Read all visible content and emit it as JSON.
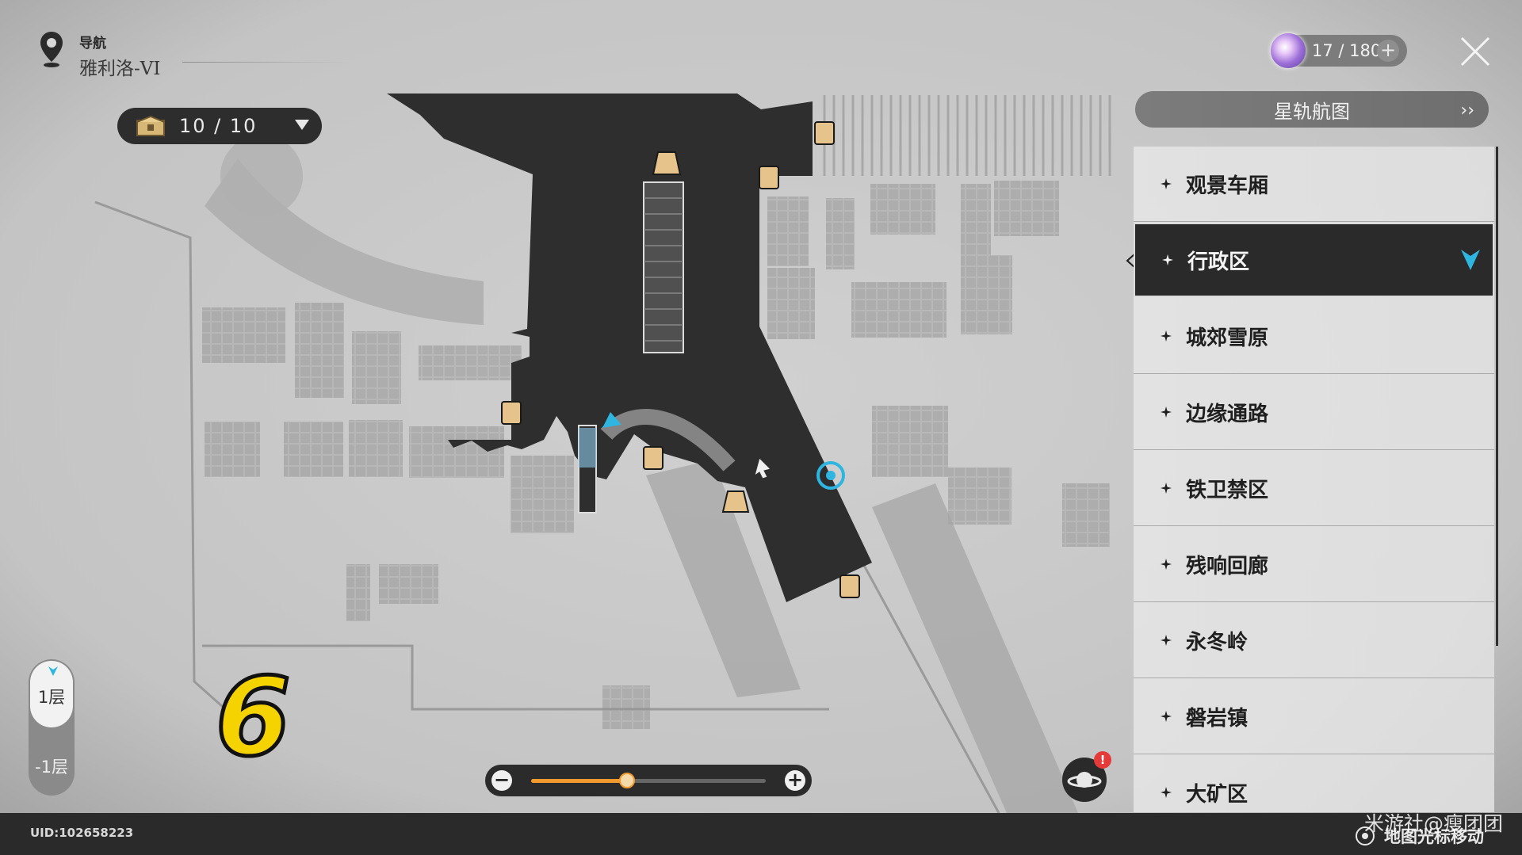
{
  "navigation": {
    "label": "导航",
    "location": "雅利洛-VI"
  },
  "chest_counter": {
    "value": "10 / 10"
  },
  "stamina": {
    "value": "17 / 180",
    "plus": "+"
  },
  "star_rail_map": {
    "label": "星轨航图"
  },
  "regions": [
    {
      "name": "观景车厢"
    },
    {
      "name": "行政区",
      "selected": true
    },
    {
      "name": "城郊雪原"
    },
    {
      "name": "边缘通路"
    },
    {
      "name": "铁卫禁区"
    },
    {
      "name": "残响回廊"
    },
    {
      "name": "永冬岭"
    },
    {
      "name": "磐岩镇"
    },
    {
      "name": "大矿区"
    }
  ],
  "floors": {
    "upper": "1层",
    "lower": "-1层",
    "active": "1层"
  },
  "overlay_number": "6",
  "zoom": {
    "minus": "−",
    "plus": "+",
    "level": 0.41
  },
  "notification_badge": "!",
  "uid": "UID:102658223",
  "cursor_hint": "地图光标移动",
  "watermark": "米游社@瘦团团",
  "colors": {
    "accent_orange": "#f39a2e",
    "selection_cyan": "#2fb6e0",
    "marker_gold": "#e6c38a",
    "dark_panel": "#2a2a2a"
  }
}
